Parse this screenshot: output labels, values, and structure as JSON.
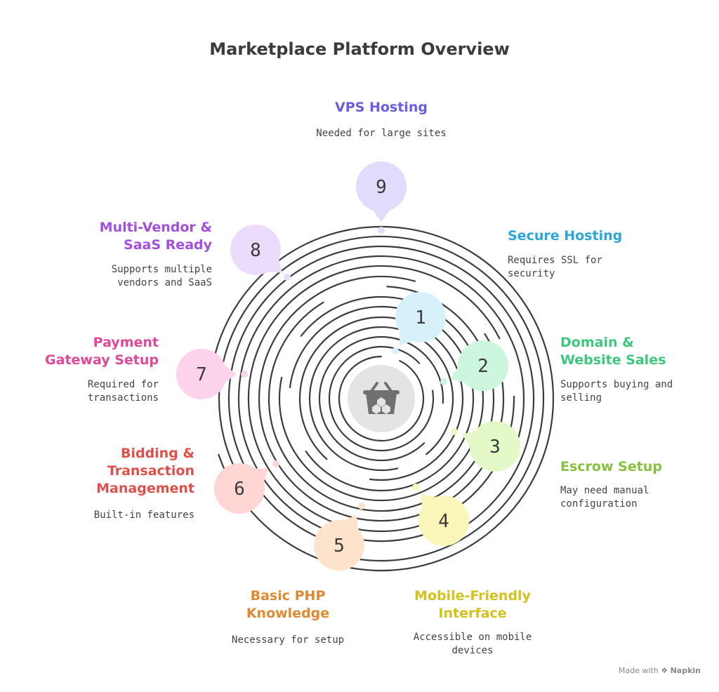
{
  "title": "Marketplace Platform Overview",
  "center_icon": "shopping-basket-icon",
  "steps": [
    {
      "number": "1",
      "title": "Secure Hosting",
      "description": "Requires SSL for security",
      "color": "#2aa7d6",
      "bubble": "#d7f1fb"
    },
    {
      "number": "2",
      "title": "Domain & Website Sales",
      "description": "Supports buying and selling",
      "color": "#3fc67f",
      "bubble": "#cdf6de"
    },
    {
      "number": "3",
      "title": "Escrow Setup",
      "description": "May need manual configuration",
      "color": "#86c23e",
      "bubble": "#e4f8c8"
    },
    {
      "number": "4",
      "title": "Mobile-Friendly Interface",
      "description": "Accessible on mobile devices",
      "color": "#d4c21c",
      "bubble": "#faf5b9"
    },
    {
      "number": "5",
      "title": "Basic PHP Knowledge",
      "description": "Necessary for setup",
      "color": "#e0892e",
      "bubble": "#fde3cb"
    },
    {
      "number": "6",
      "title": "Bidding & Transaction Management",
      "description": "Built-in features",
      "color": "#e0504a",
      "bubble": "#ffd6d3"
    },
    {
      "number": "7",
      "title": "Payment Gateway Setup",
      "description": "Required for transactions",
      "color": "#e0489a",
      "bubble": "#fcd3ea"
    },
    {
      "number": "8",
      "title": "Multi-Vendor & SaaS Ready",
      "description": "Supports multiple vendors and SaaS",
      "color": "#a34fe0",
      "bubble": "#ecdcfb"
    },
    {
      "number": "9",
      "title": "VPS Hosting",
      "description": "Needed for large sites",
      "color": "#6a5ee0",
      "bubble": "#e2dcfc"
    }
  ],
  "watermark": {
    "prefix": "Made with",
    "brand": "Napkin"
  }
}
